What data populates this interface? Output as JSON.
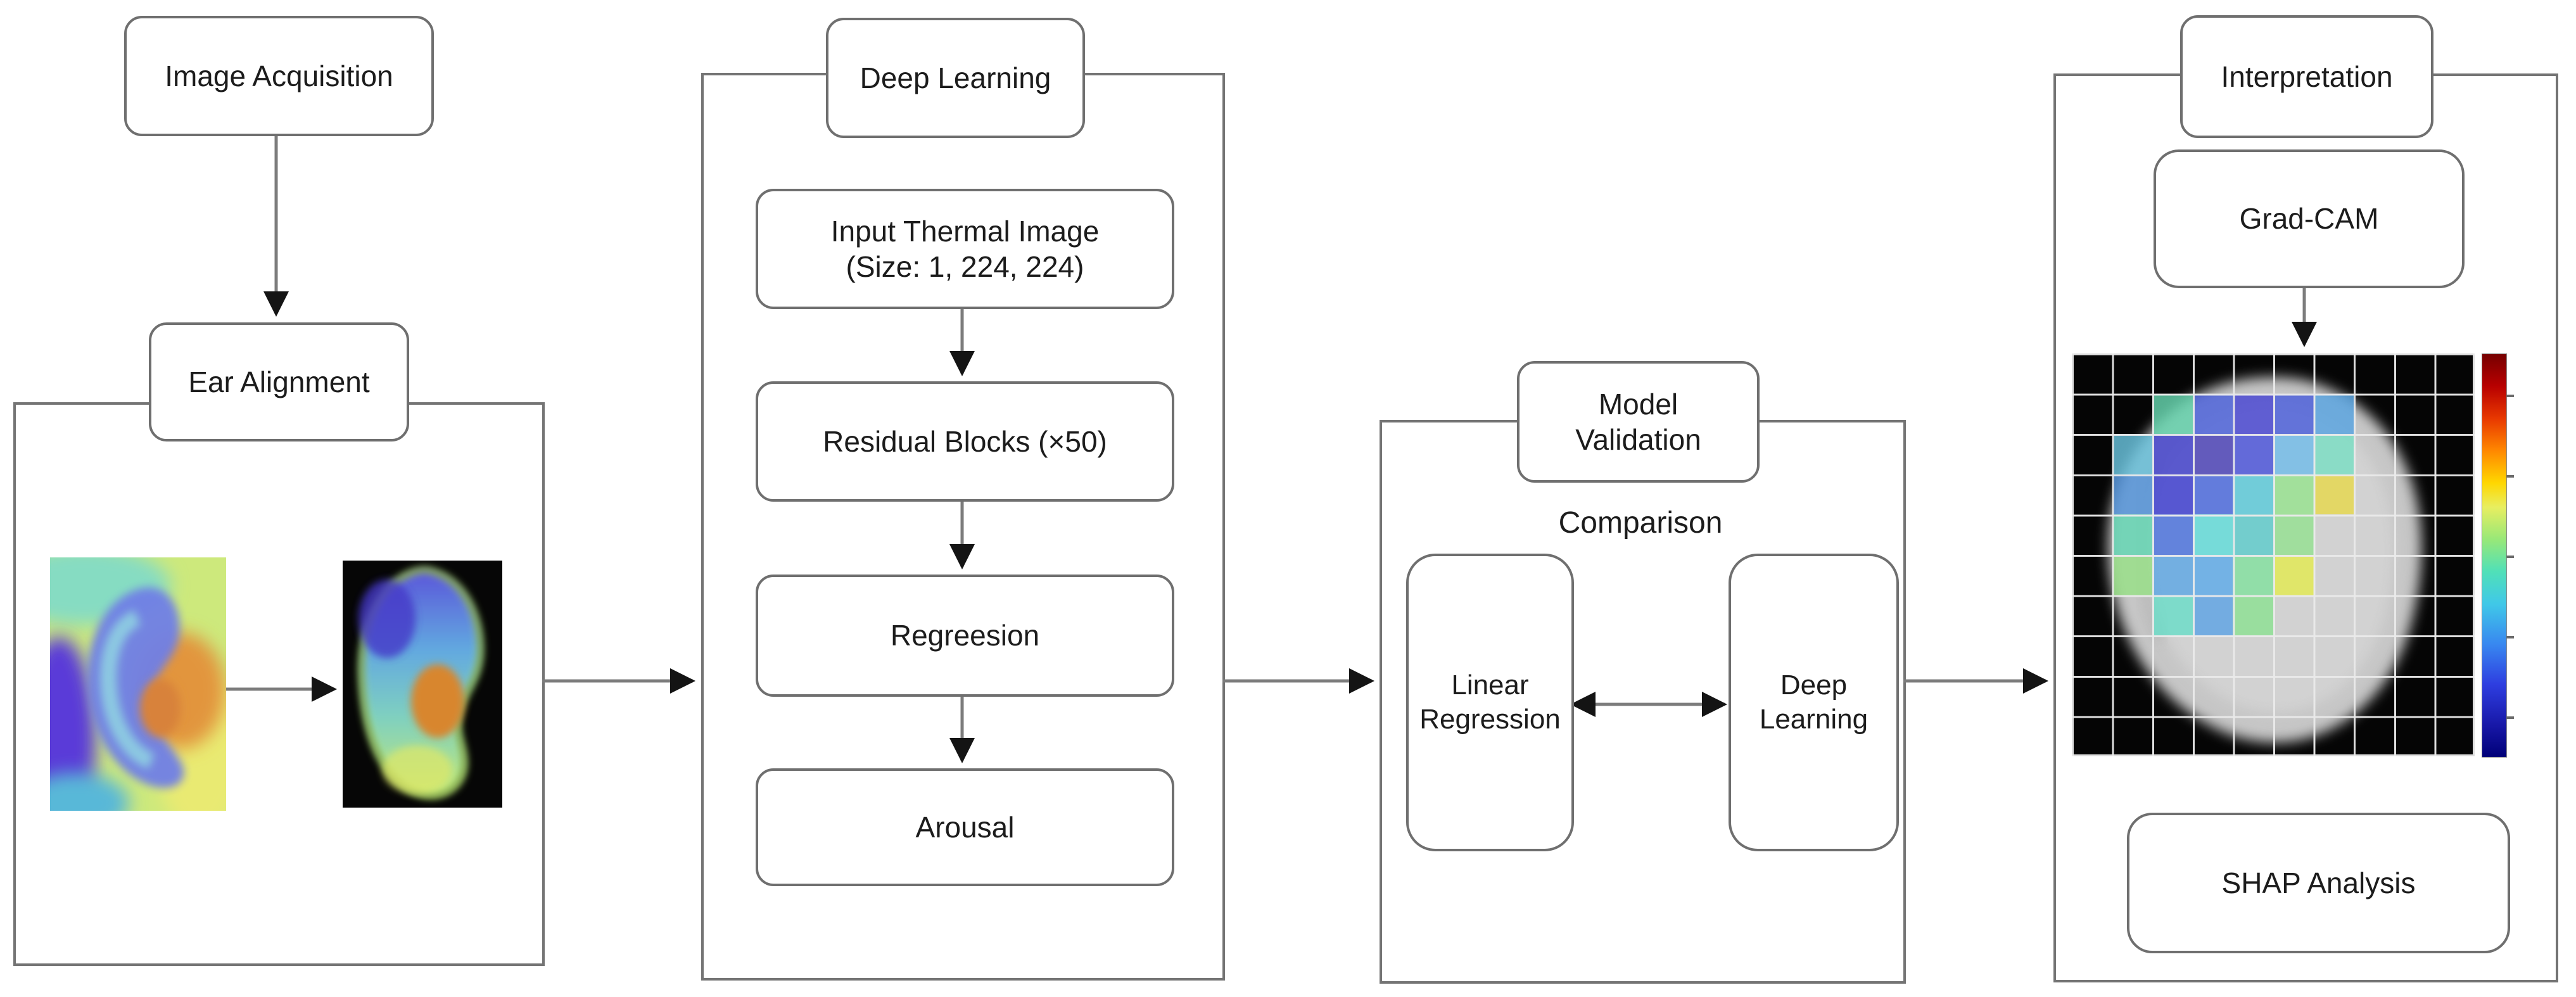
{
  "stages": {
    "acquisition": {
      "header": "Image Acquisition",
      "alignment": "Ear Alignment"
    },
    "deep_learning": {
      "header": "Deep Learning",
      "input_line1": "Input Thermal Image",
      "input_line2": "(Size: 1, 224, 224)",
      "residual_blocks": "Residual Blocks (×50)",
      "regression": "Regreesion",
      "arousal": "Arousal"
    },
    "model_validation": {
      "header_line1": "Model",
      "header_line2": "Validation",
      "comparison_label": "Comparison",
      "linear_line1": "Linear",
      "linear_line2": "Regression",
      "deep_line1": "Deep",
      "deep_line2": "Learning"
    },
    "interpretation": {
      "header": "Interpretation",
      "gradcam": "Grad-CAM",
      "shap": "SHAP Analysis"
    }
  },
  "heatmap": {
    "rows": 10,
    "cols": 10,
    "cell_colors": [
      [
        1,
        2,
        "#64d2ac"
      ],
      [
        1,
        3,
        "#4d63da"
      ],
      [
        1,
        4,
        "#4a47d2"
      ],
      [
        1,
        5,
        "#4d60da"
      ],
      [
        1,
        6,
        "#5aa4e0"
      ],
      [
        2,
        1,
        "#68c0da"
      ],
      [
        2,
        2,
        "#4342cc"
      ],
      [
        2,
        3,
        "#4e44b8"
      ],
      [
        2,
        4,
        "#4d56da"
      ],
      [
        2,
        5,
        "#74bce8"
      ],
      [
        2,
        6,
        "#7cdec4"
      ],
      [
        3,
        1,
        "#5494da"
      ],
      [
        3,
        2,
        "#3f3fd0"
      ],
      [
        3,
        3,
        "#4d6bde"
      ],
      [
        3,
        4,
        "#5ecada"
      ],
      [
        3,
        5,
        "#98e290"
      ],
      [
        3,
        6,
        "#e6d850"
      ],
      [
        4,
        1,
        "#64d6b4"
      ],
      [
        4,
        2,
        "#4d74de"
      ],
      [
        4,
        3,
        "#64dcda"
      ],
      [
        4,
        4,
        "#60cccc"
      ],
      [
        4,
        5,
        "#96e092"
      ],
      [
        5,
        1,
        "#98e088"
      ],
      [
        5,
        2,
        "#60a8e4"
      ],
      [
        5,
        3,
        "#60ace8"
      ],
      [
        5,
        4,
        "#84e0a0"
      ],
      [
        5,
        5,
        "#e2ea55"
      ],
      [
        6,
        2,
        "#6cdcc8"
      ],
      [
        6,
        3,
        "#60a4e4"
      ],
      [
        6,
        4,
        "#8ee094"
      ]
    ],
    "colorbar_stops": [
      "#760000 0%",
      "#b80000 8%",
      "#e83800 16%",
      "#ff8800 24%",
      "#ffd700 32%",
      "#e8ee60 38%",
      "#98e878 46%",
      "#50e0b8 54%",
      "#40c8e8 62%",
      "#3888f0 72%",
      "#2e3ee0 82%",
      "#1818a8 92%",
      "#000078 100%"
    ],
    "colorbar_ticks_frac": [
      0.1,
      0.3,
      0.5,
      0.7,
      0.9
    ]
  },
  "palette": {
    "box_border": "#6f6f6f",
    "container_border": "#747474",
    "arrow_line": "#7c7c7c",
    "arrowhead": "#141414",
    "text": "#1c1c1c"
  }
}
